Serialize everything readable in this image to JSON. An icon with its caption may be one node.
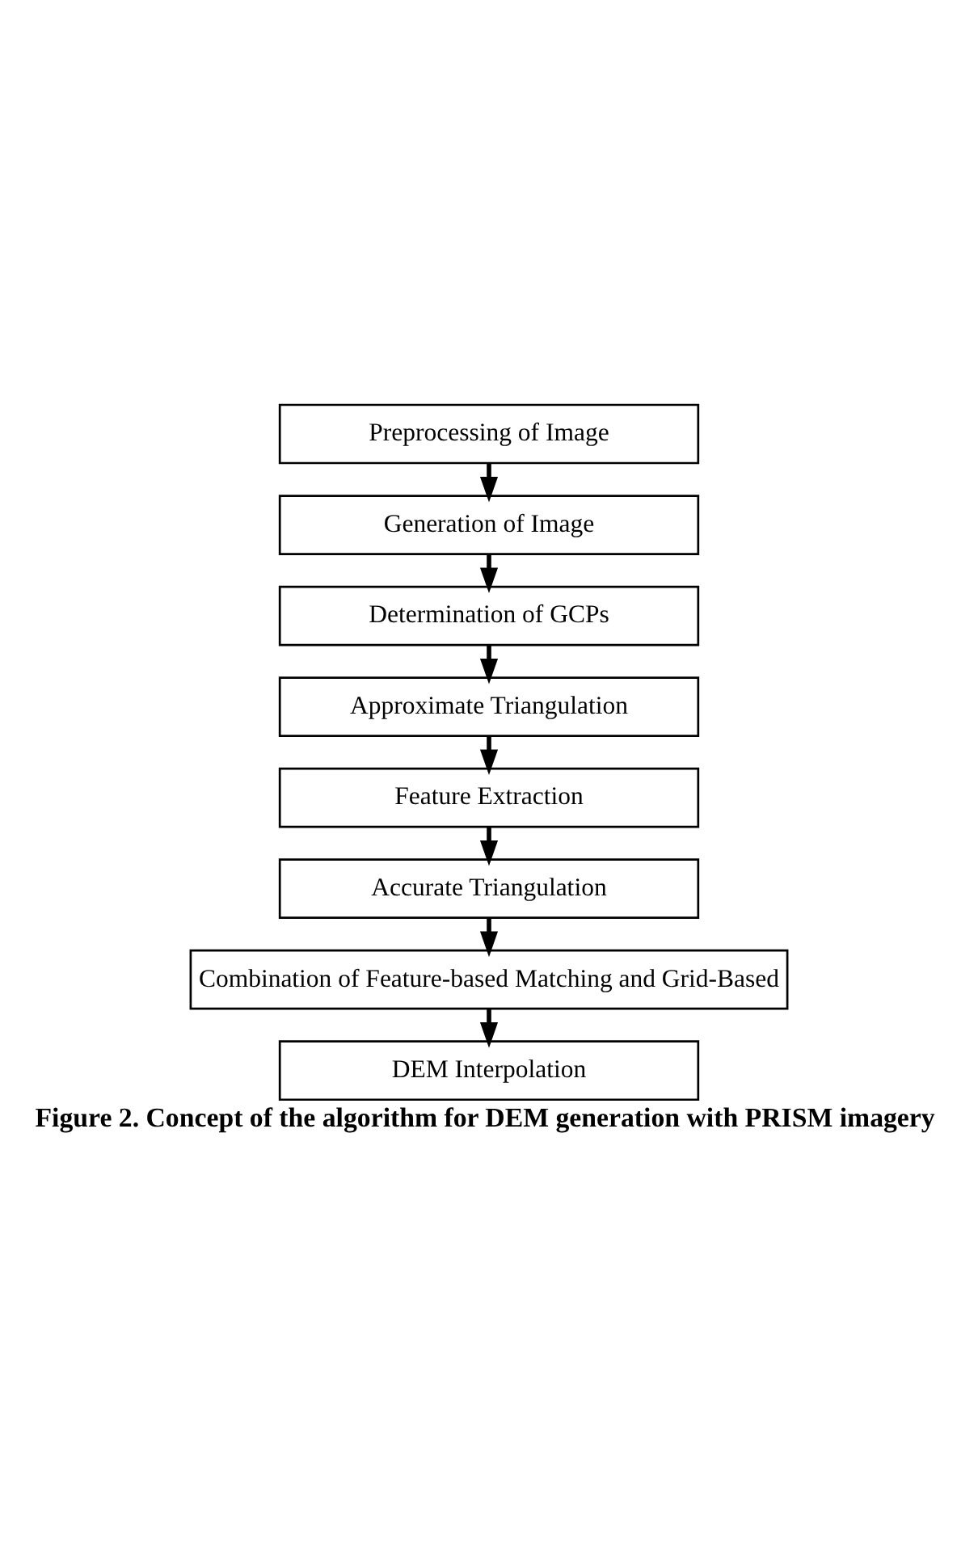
{
  "diagram": {
    "caption": "Figure 2. Concept of the algorithm for DEM generation with PRISM imagery",
    "nodes": [
      {
        "text": [
          "Preprocessing of Image"
        ]
      },
      {
        "text": [
          "Generation of Image"
        ]
      },
      {
        "text": [
          "Determination of GCPs"
        ]
      },
      {
        "text": [
          "Approximate Triangulation"
        ]
      },
      {
        "text": [
          "Feature Extraction"
        ]
      },
      {
        "text": [
          "Accurate Triangulation"
        ]
      },
      {
        "text": [
          "Combination of Feature-based Matching and Grid-Based"
        ]
      },
      {
        "text": [
          "DEM Interpolation"
        ]
      }
    ],
    "edges": [
      {
        "from": 0,
        "to": 1,
        "arrow": "to"
      },
      {
        "from": 1,
        "to": 2,
        "arrow": "to"
      },
      {
        "from": 2,
        "to": 3,
        "arrow": "to"
      },
      {
        "from": 3,
        "to": 4,
        "arrow": "to"
      },
      {
        "from": 4,
        "to": 5,
        "arrow": "to"
      },
      {
        "from": 5,
        "to": 6,
        "arrow": "to"
      },
      {
        "from": 6,
        "to": 7,
        "arrow": "to"
      }
    ]
  }
}
